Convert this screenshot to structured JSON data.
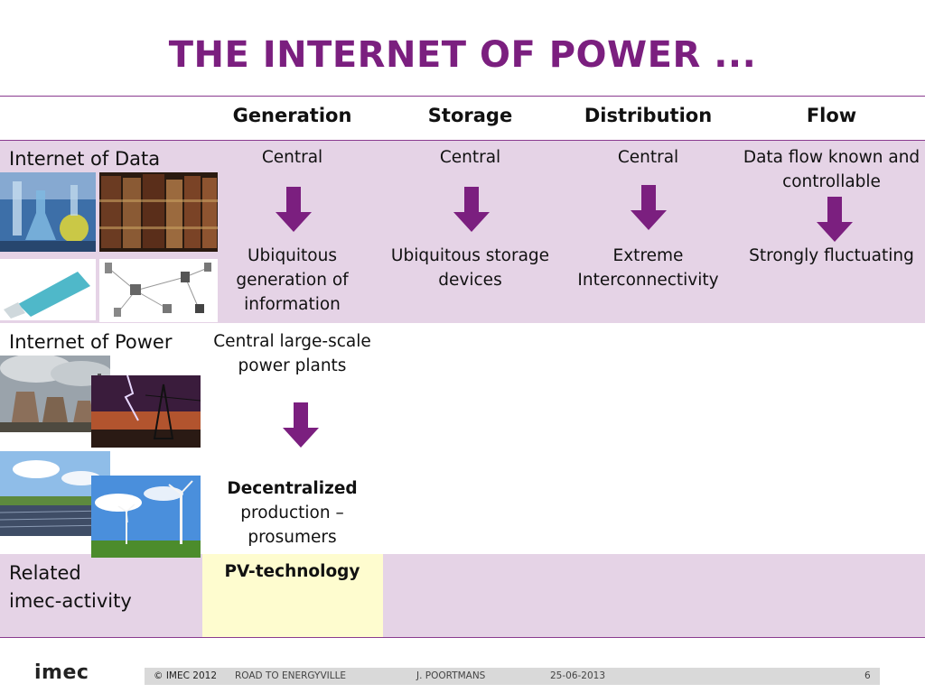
{
  "title": "THE INTERNET OF POWER ...",
  "columns": [
    "Generation",
    "Storage",
    "Distribution",
    "Flow"
  ],
  "rows": {
    "data": {
      "label": "Internet of Data",
      "top": [
        "Central",
        "Central",
        "Central",
        "Data flow known and controllable"
      ],
      "bottom": [
        "Ubiquitous generation of information",
        "Ubiquitous storage devices",
        "Extreme Interconnectivity",
        "Strongly fluctuating"
      ]
    },
    "power": {
      "label": "Internet of Power",
      "top": "Central large-scale power plants",
      "bottom_bold": "Decentralized",
      "bottom_rest": "production – prosumers"
    },
    "related": {
      "label_line1": "Related",
      "label_line2": "imec-activity",
      "value": "PV-technology"
    }
  },
  "footer": {
    "logo": "imec",
    "copyright": "© IMEC 2012",
    "project": "ROAD TO ENERGYVILLE",
    "author": "J. POORTMANS",
    "date": "25-06-2013",
    "page": "6"
  },
  "colors": {
    "accent": "#7b1f7f",
    "band": "#e5d3e6",
    "highlight": "#fefccf"
  }
}
